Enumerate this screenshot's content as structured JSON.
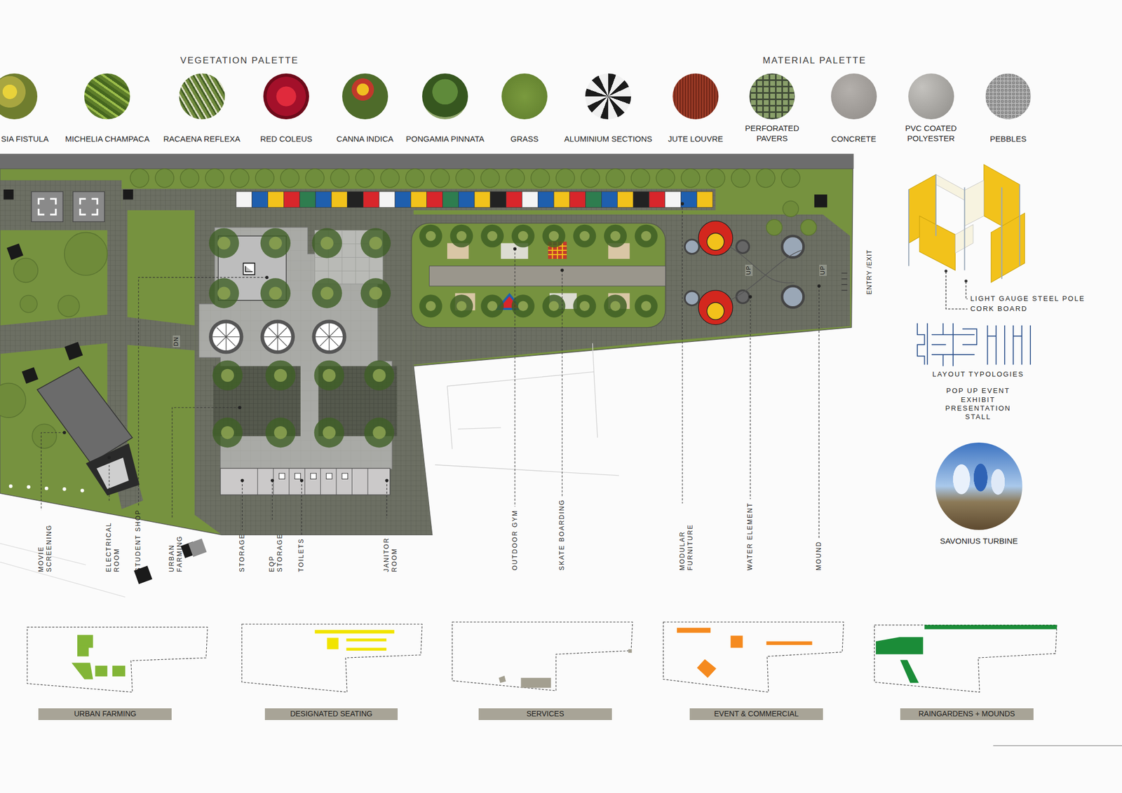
{
  "diagram": {
    "nodes": [
      {
        "text": [
          "SIA FISTULA"
        ]
      },
      {
        "text": [
          "MICHELIA CHAMPACA"
        ]
      },
      {
        "text": [
          "RACAENA REFLEXA"
        ]
      },
      {
        "text": [
          "RED COLEUS"
        ]
      },
      {
        "text": [
          "CANNA INDICA"
        ]
      },
      {
        "text": [
          "PONGAMIA PINNATA"
        ]
      },
      {
        "text": [
          "GRASS"
        ]
      },
      {
        "text": [
          "ALUMINIUM SECTIONS"
        ]
      },
      {
        "text": [
          "JUTE LOUVRE"
        ]
      },
      {
        "text": [
          "PERFORATED PAVERS"
        ]
      },
      {
        "text": [
          "CONCRETE"
        ]
      },
      {
        "text": [
          "PVC COATED POLYESTER"
        ]
      },
      {
        "text": [
          "PEBBLES"
        ]
      },
      {
        "text": [
          "SAVONIUS TURBINE"
        ]
      },
      {
        "text": [
          "URBAN FARMING"
        ]
      },
      {
        "text": [
          "DESIGNATED SEATING"
        ]
      },
      {
        "text": [
          "SERVICES"
        ]
      },
      {
        "text": [
          "EVENT & COMMERCIAL"
        ]
      },
      {
        "text": [
          "RAINGARDENS + MOUNDS"
        ]
      }
    ],
    "labels": [
      "VEGETATION PALETTE",
      "MATERIAL PALETTE",
      "MOVIE SCREENING",
      "ELECTRICAL ROOM",
      "STUDENT SHOP",
      "URBAN FARMING",
      "STORAGE",
      "EQP STORAGE",
      "TOILETS",
      "JANITOR ROOM",
      "OUTDOOR GYM",
      "SKATE BOARDING",
      "MODULAR FURNITURE",
      "WATER ELEMENT",
      "MOUND",
      "ENTRY /EXIT",
      "DN",
      "UP",
      "UP",
      "LIGHT GAUGE STEEL POLE",
      "CORK BOARD",
      "LAYOUT TYPOLOGIES",
      "POP UP EVENT EXHIBIT PRESENTATION STALL"
    ]
  }
}
